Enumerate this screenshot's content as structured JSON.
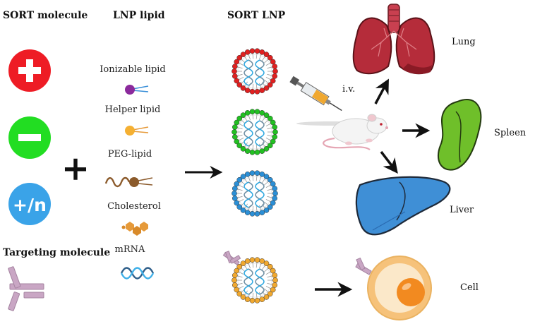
{
  "headers": {
    "sort_molecule": "SORT molecule",
    "lnp_lipid": "LNP lipid",
    "sort_lnp": "SORT LNP",
    "targeting_molecule": "Targeting molecule"
  },
  "sort_molecules": [
    {
      "symbol": "+",
      "color": "#ee1c25"
    },
    {
      "symbol": "−",
      "color": "#22dd22"
    },
    {
      "symbol": "+/n",
      "color": "#3aa3e8"
    }
  ],
  "lipids": [
    {
      "label": "Ionizable lipid",
      "icon": "ionizable-lipid-icon",
      "color": "#8b2a9c"
    },
    {
      "label": "Helper lipid",
      "icon": "helper-lipid-icon",
      "color": "#f5b032"
    },
    {
      "label": "PEG-lipid",
      "icon": "peg-lipid-icon",
      "color": "#8b5a2b"
    },
    {
      "label": "Cholesterol",
      "icon": "cholesterol-icon",
      "color": "#e69a3a"
    },
    {
      "label": "mRNA",
      "icon": "mrna-icon",
      "color": "#3a8fd8"
    }
  ],
  "plus_sign": "+",
  "injection_label": "i.v.",
  "organs": {
    "lung": "Lung",
    "spleen": "Spleen",
    "liver": "Liver",
    "cell": "Cell"
  },
  "colors": {
    "lnp_red": "#e02020",
    "lnp_green": "#22c022",
    "lnp_blue": "#2b8fd6",
    "lnp_orange": "#f0a830",
    "lung": "#b52c3a",
    "spleen": "#6fbf2a",
    "liver": "#3f8fd6",
    "cell": "#f6c27a",
    "antibody": "#c9a6c4"
  }
}
